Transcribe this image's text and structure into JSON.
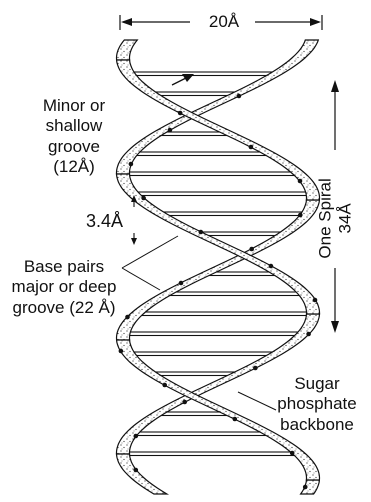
{
  "diagram": {
    "width_label": "20Å",
    "minor_groove": [
      "Minor or",
      "shallow",
      "groove",
      "(12Å)"
    ],
    "rise_label": "3.4Å",
    "base_pairs_label": "Base pairs",
    "major_groove": [
      "major or deep",
      "groove (22 Å)"
    ],
    "spiral_label": "One Spiral",
    "spiral_length": "34Å",
    "backbone": [
      "Sugar",
      "phosphate",
      "backbone"
    ]
  }
}
